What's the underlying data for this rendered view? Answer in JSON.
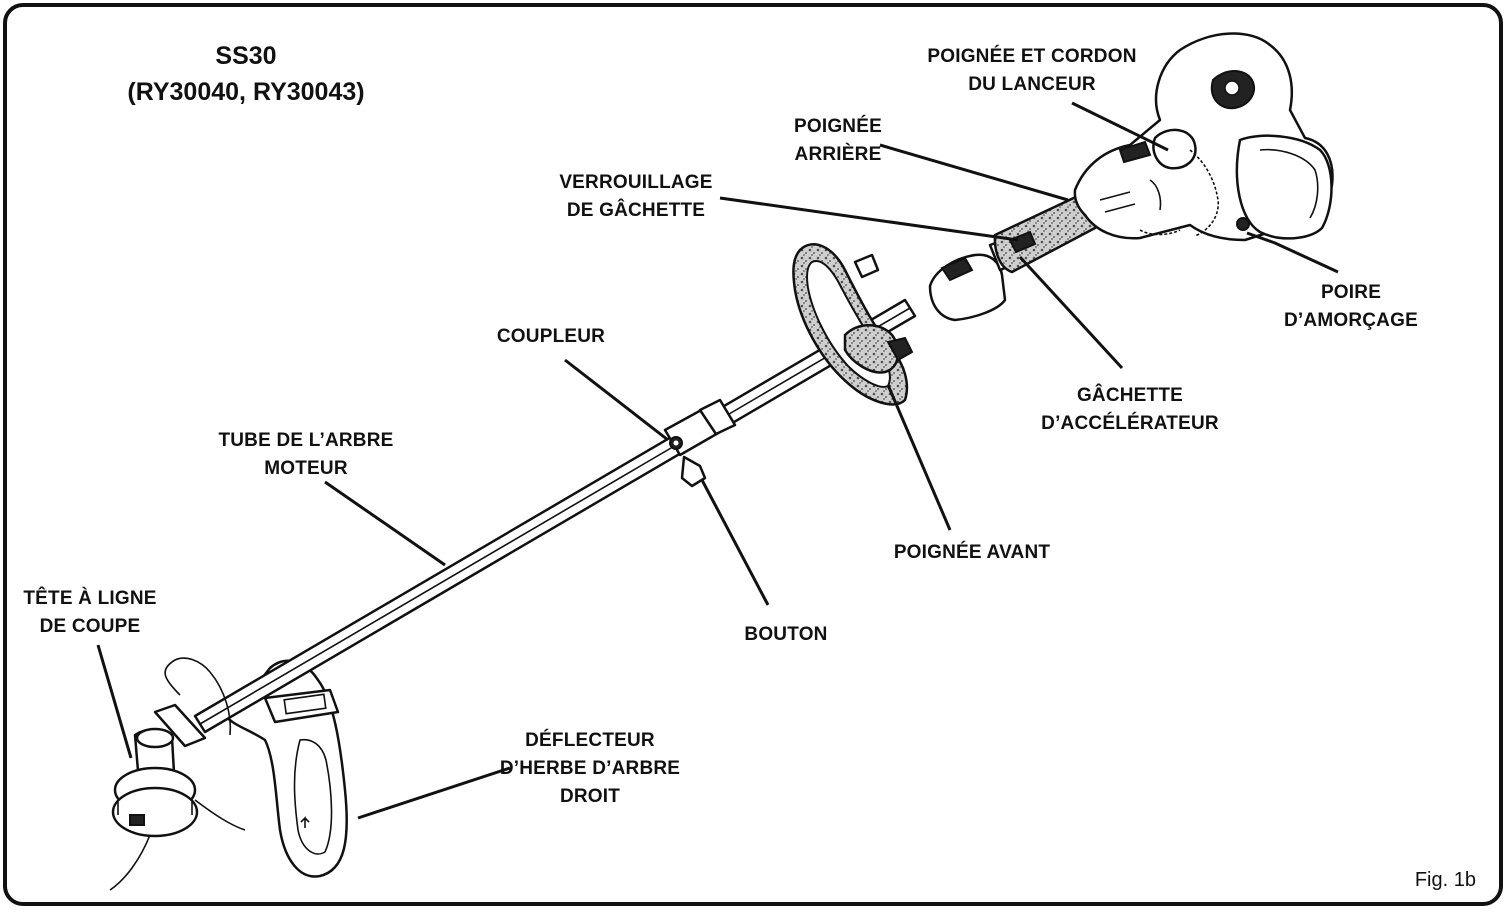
{
  "figure": {
    "title_line1": "SS30",
    "title_line2": "(RY30040, RY30043)",
    "fig_label": "Fig. 1b"
  },
  "labels": {
    "starter_handle": [
      "POIGNÉE ET CORDON",
      "DU LANCEUR"
    ],
    "rear_handle": [
      "POIGNÉE",
      "ARRIÈRE"
    ],
    "trigger_lock": [
      "VERROUILLAGE",
      "DE GÂCHETTE"
    ],
    "primer_bulb": [
      "POIRE",
      "D’AMORÇAGE"
    ],
    "coupler": [
      "COUPLEUR"
    ],
    "throttle_trigger": [
      "GÂCHETTE",
      "D’ACCÉLÉRATEUR"
    ],
    "drive_shaft_tube": [
      "TUBE DE L’ARBRE",
      "MOTEUR"
    ],
    "front_handle": [
      "POIGNÉE AVANT"
    ],
    "knob": [
      "BOUTON"
    ],
    "cutting_head": [
      "TÊTE À LIGNE",
      "DE COUPE"
    ],
    "grass_deflector": [
      "DÉFLECTEUR",
      "D’HERBE D’ARBRE",
      "DROIT"
    ]
  }
}
